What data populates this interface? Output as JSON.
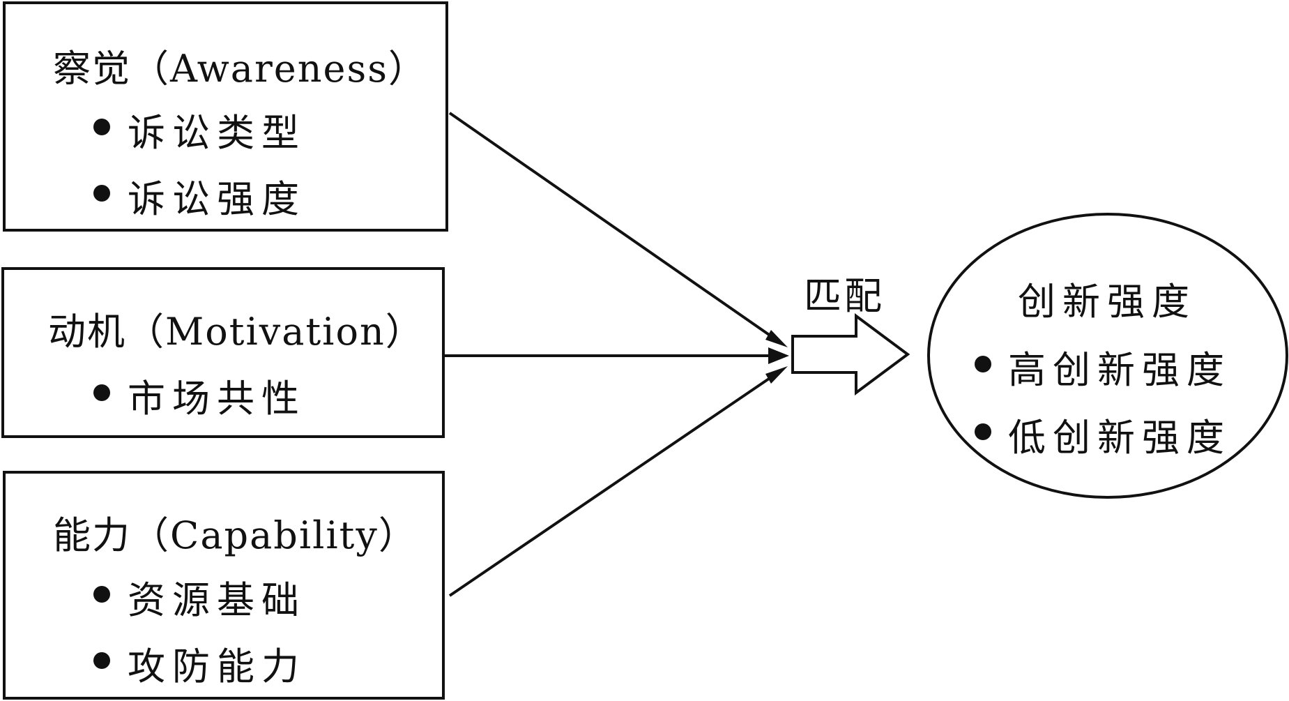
{
  "factors": {
    "awareness": {
      "title": "察觉（Awareness）",
      "items": [
        "诉讼类型",
        "诉讼强度"
      ]
    },
    "motivation": {
      "title": "动机（Motivation）",
      "items": [
        "市场共性"
      ]
    },
    "capability": {
      "title": "能力（Capability）",
      "items": [
        "资源基础",
        "攻防能力"
      ]
    }
  },
  "match_label": "匹配",
  "outcome": {
    "title": "创新强度",
    "items": [
      "高创新强度",
      "低创新强度"
    ]
  }
}
